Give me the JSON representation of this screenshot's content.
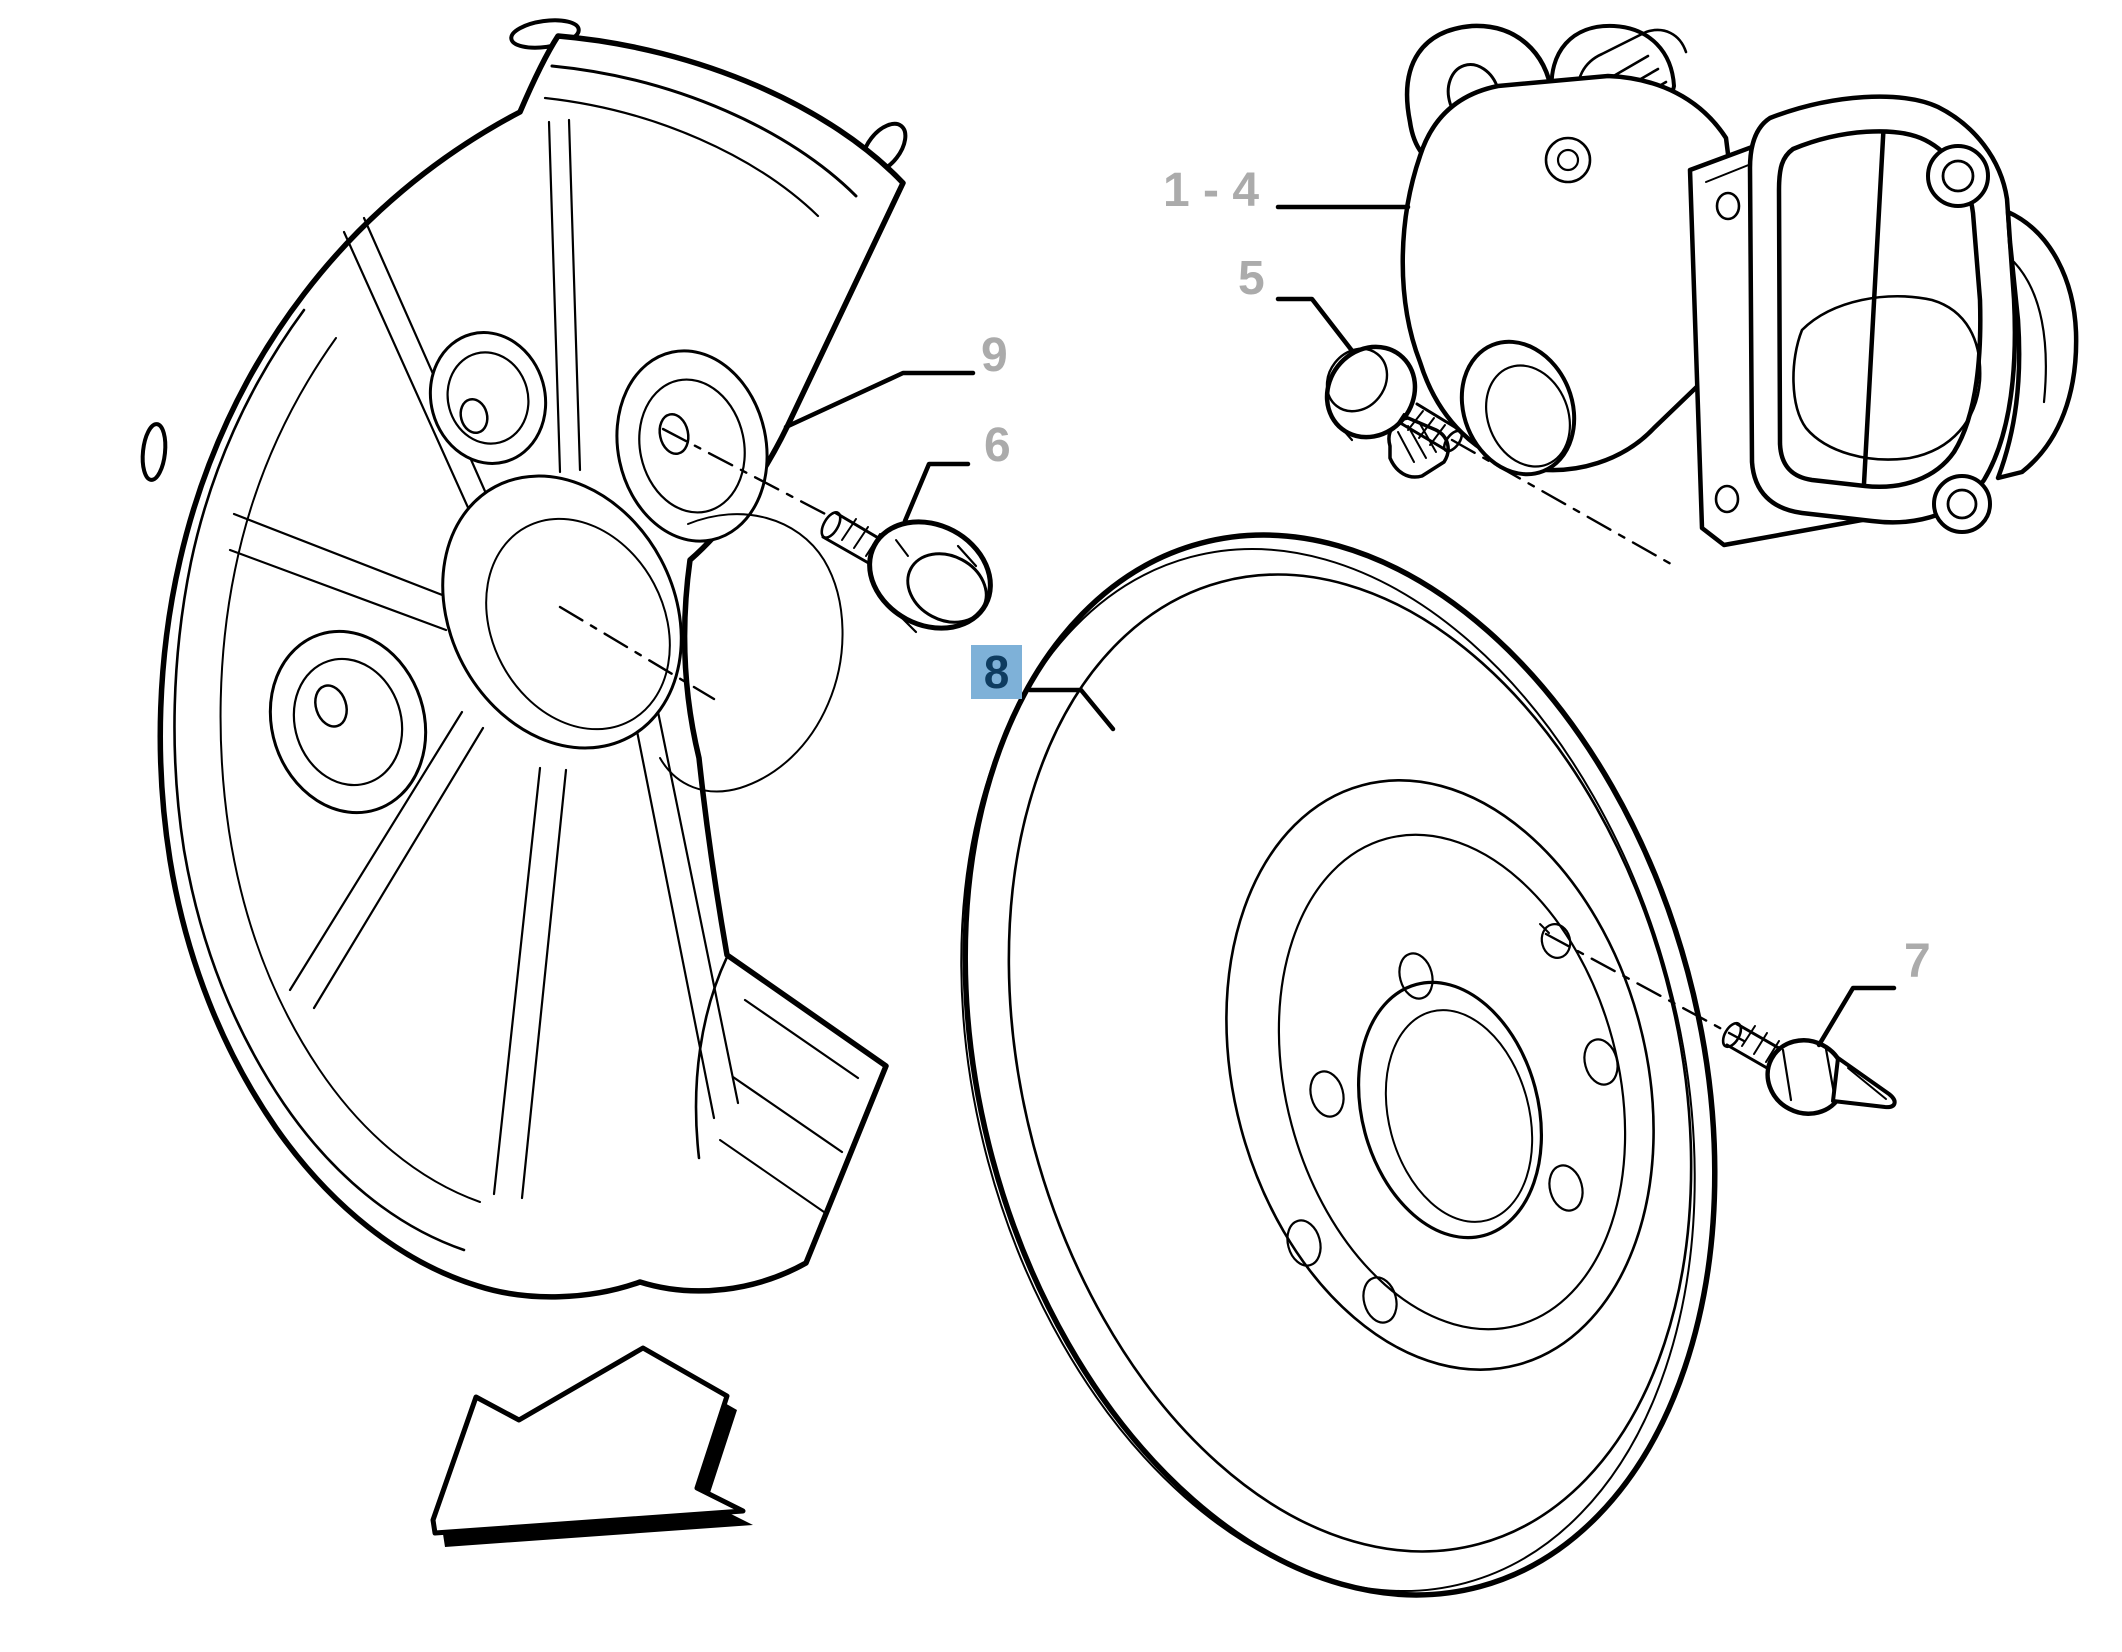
{
  "diagram": {
    "background_color": "#ffffff",
    "line_color": "#000000",
    "label_color": "#ABABAB",
    "highlight_background": "#7EB1D8",
    "highlight_text_color": "#0E3C60"
  },
  "callouts": [
    {
      "label": "1 - 4",
      "part": "brake-caliper-assembly",
      "highlighted": false
    },
    {
      "label": "5",
      "part": "caliper-guide-bolt",
      "highlighted": false
    },
    {
      "label": "9",
      "part": "brake-splash-shield",
      "highlighted": false
    },
    {
      "label": "6",
      "part": "splash-shield-bolt",
      "highlighted": false
    },
    {
      "label": "8",
      "part": "brake-disc",
      "highlighted": true
    },
    {
      "label": "7",
      "part": "disc-set-screw",
      "highlighted": false
    }
  ],
  "parts": [
    {
      "name": "brake-splash-shield"
    },
    {
      "name": "brake-caliper-assembly"
    },
    {
      "name": "brake-disc"
    },
    {
      "name": "caliper-guide-bolt"
    },
    {
      "name": "splash-shield-bolt"
    },
    {
      "name": "disc-set-screw"
    },
    {
      "name": "direction-arrow"
    }
  ]
}
